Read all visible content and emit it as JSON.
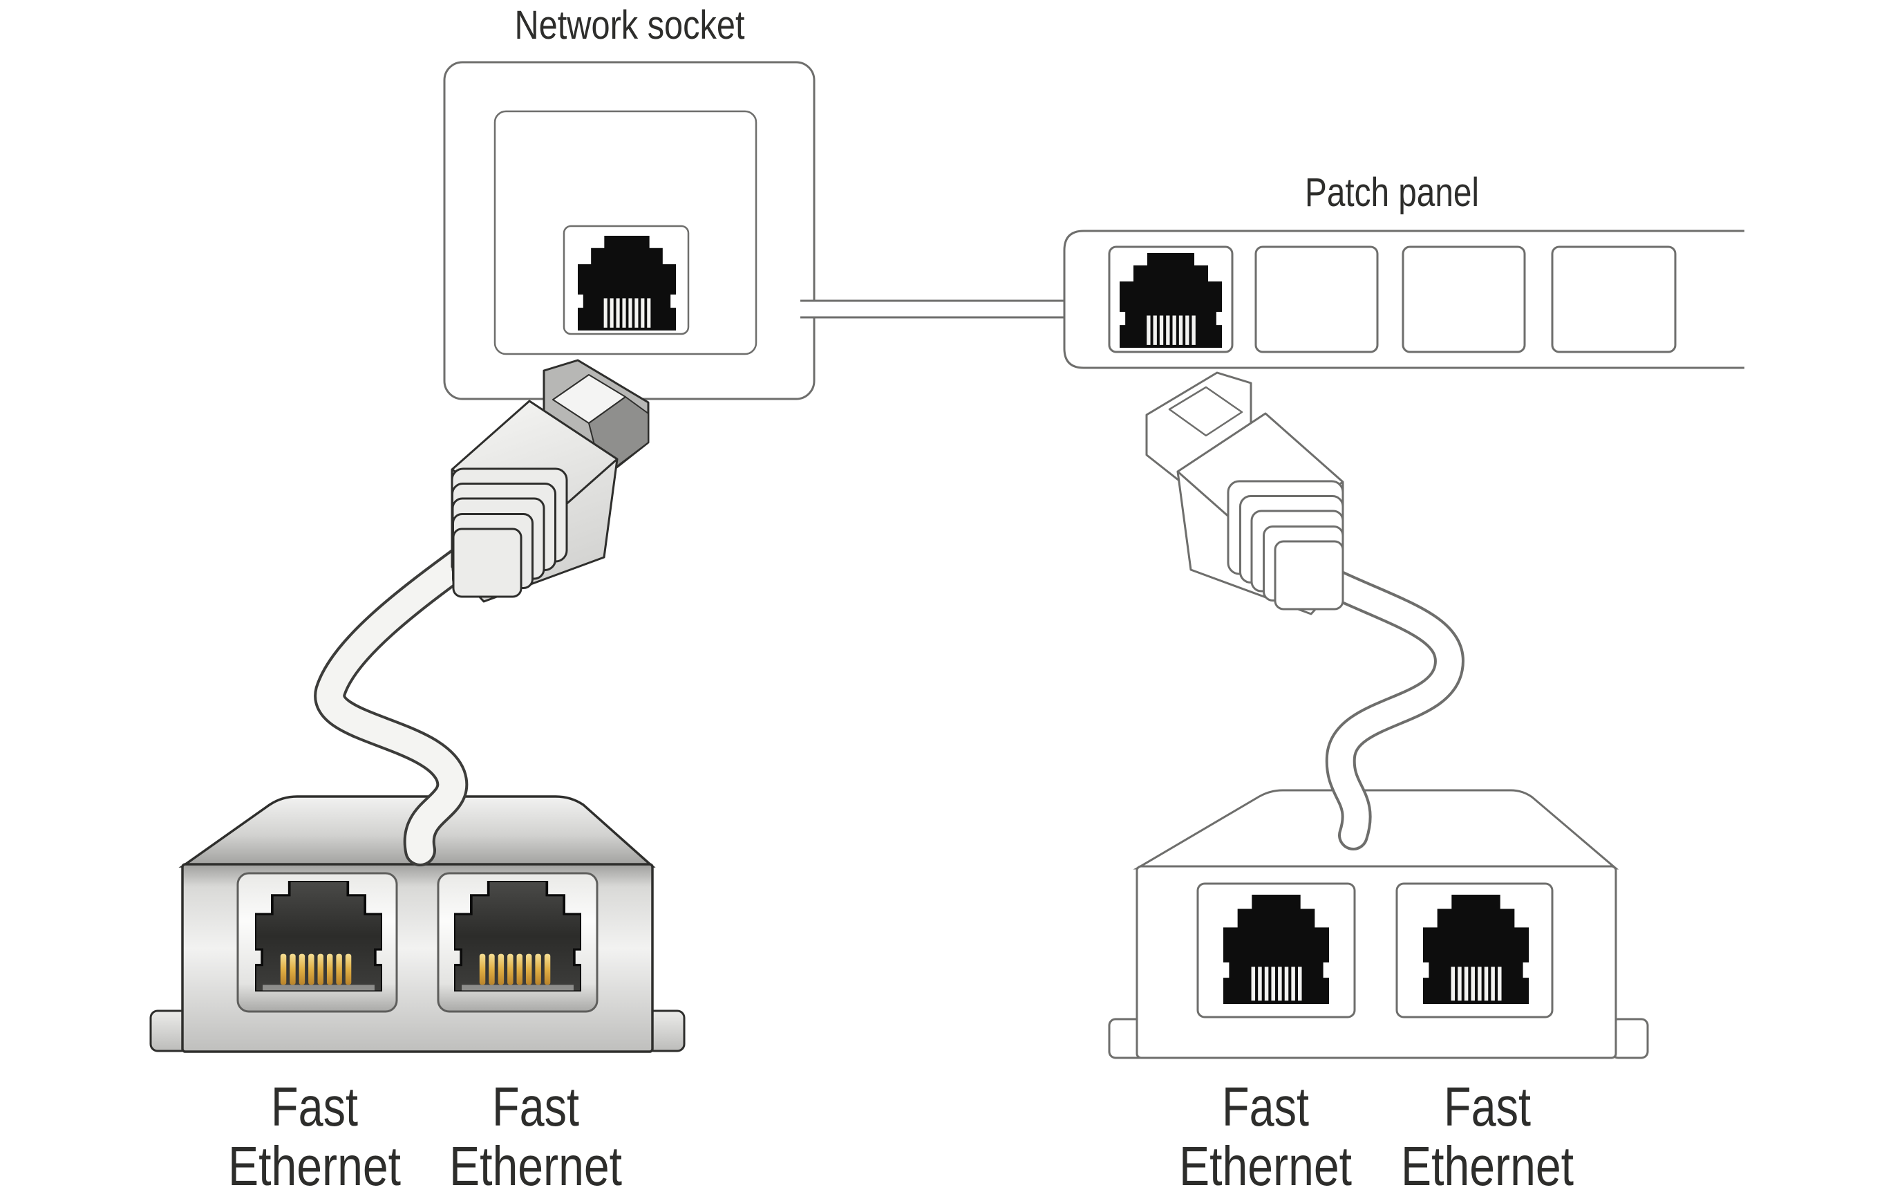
{
  "titles": {
    "network_socket": "Network socket",
    "patch_panel": "Patch panel"
  },
  "patch_panel": {
    "ports": [
      "connected",
      "empty",
      "empty",
      "empty"
    ]
  },
  "splitter_left": {
    "ports": [
      {
        "line1": "Fast",
        "line2": "Ethernet"
      },
      {
        "line1": "Fast",
        "line2": "Ethernet"
      }
    ]
  },
  "splitter_right": {
    "ports": [
      {
        "line1": "Fast",
        "line2": "Ethernet"
      },
      {
        "line1": "Fast",
        "line2": "Ethernet"
      }
    ]
  },
  "colors": {
    "outline_dark": "#2e2e2c",
    "outline_gray": "#6e6e6c",
    "jack_black": "#0d0d0d",
    "gold_pin": "#d9a93f",
    "text": "#2d2d2b",
    "background": "#ffffff"
  }
}
